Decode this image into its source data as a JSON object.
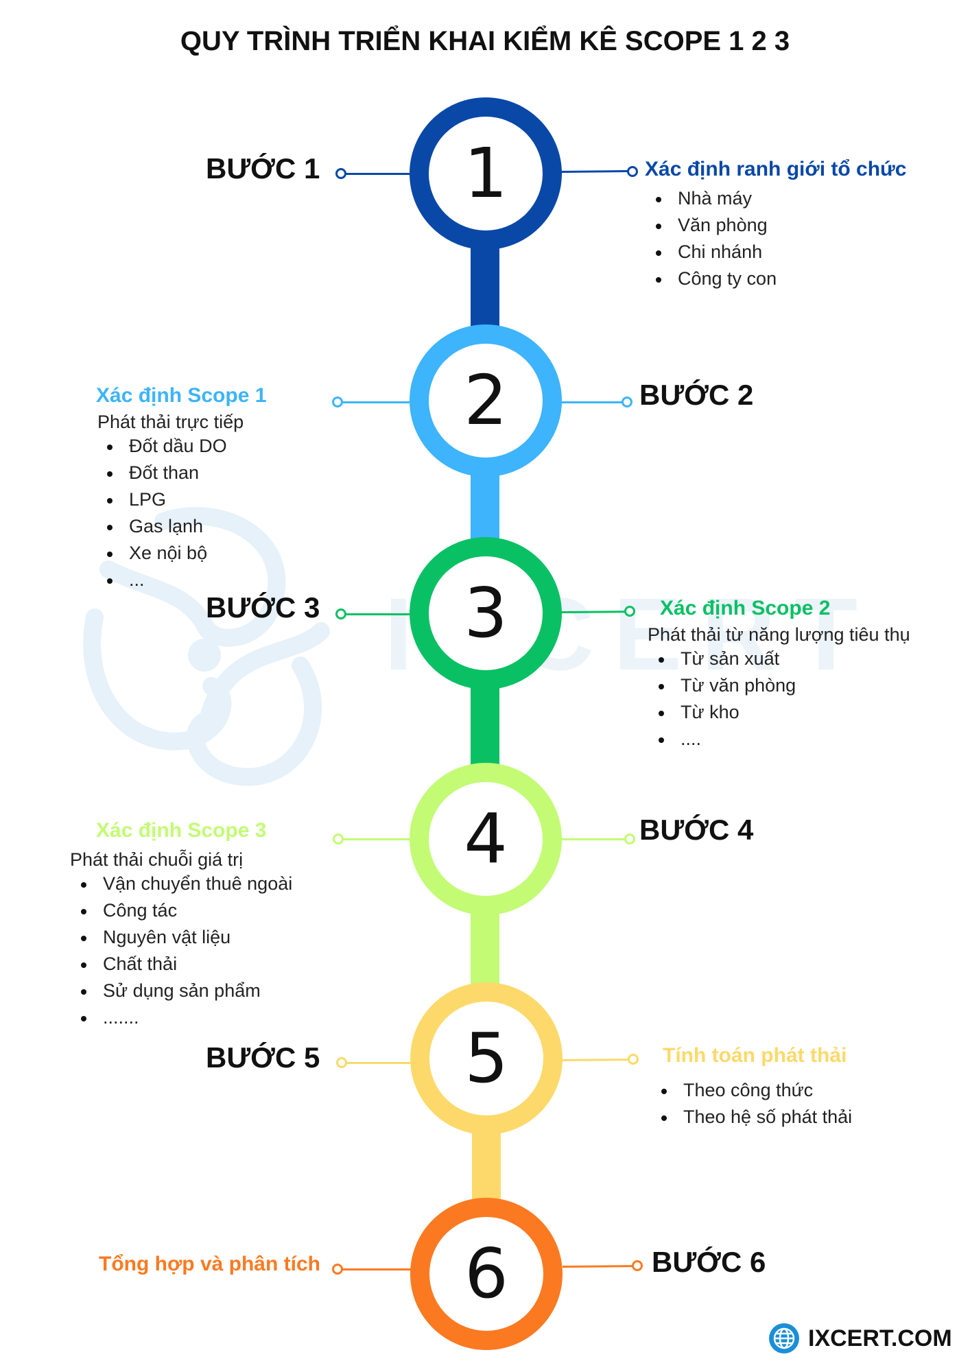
{
  "title": "QUY TRÌNH TRIỂN KHAI KIỂM KÊ SCOPE 1 2 3",
  "watermark": {
    "text": "IXCERT",
    "color": "#d6e6f2"
  },
  "brand": {
    "text": "IXCERT.COM",
    "icon": "globe-icon",
    "color": "#1a8fd6"
  },
  "steps": [
    {
      "number": "1",
      "label": "BƯỚC 1",
      "color": "#0a48a8",
      "heading": "Xác định ranh giới tổ chức",
      "subtitle": "",
      "items": [
        "Nhà máy",
        "Văn phòng",
        "Chi nhánh",
        "Công ty con"
      ]
    },
    {
      "number": "2",
      "label": "BƯỚC 2",
      "color": "#3db4fb",
      "heading": "Xác định Scope 1",
      "subtitle": "Phát thải trực tiếp",
      "items": [
        "Đốt dầu DO",
        "Đốt than",
        "LPG",
        "Gas lạnh",
        "Xe nội bộ",
        "..."
      ]
    },
    {
      "number": "3",
      "label": "BƯỚC 3",
      "color": "#0ac064",
      "heading": "Xác định Scope 2",
      "subtitle": "Phát thải từ năng lượng tiêu thụ",
      "items": [
        "Từ sản xuất",
        "Từ văn phòng",
        "Từ kho",
        "...."
      ]
    },
    {
      "number": "4",
      "label": "BƯỚC 4",
      "color": "#c3fb74",
      "heading": "Xác định Scope 3",
      "subtitle": "Phát thải chuỗi giá trị",
      "items": [
        "Vận chuyển thuê ngoài",
        "Công tác",
        "Nguyên vật liệu",
        "Chất thải",
        "Sử dụng sản phẩm",
        "......."
      ]
    },
    {
      "number": "5",
      "label": "BƯỚC 5",
      "color": "#fcd96a",
      "heading": "Tính toán phát thải",
      "subtitle": "",
      "items": [
        "Theo công thức",
        "Theo hệ số phát thải"
      ]
    },
    {
      "number": "6",
      "label": "BƯỚC 6",
      "color": "#fb7a21",
      "heading": "Tổng hợp và phân tích",
      "subtitle": "",
      "items": []
    }
  ]
}
